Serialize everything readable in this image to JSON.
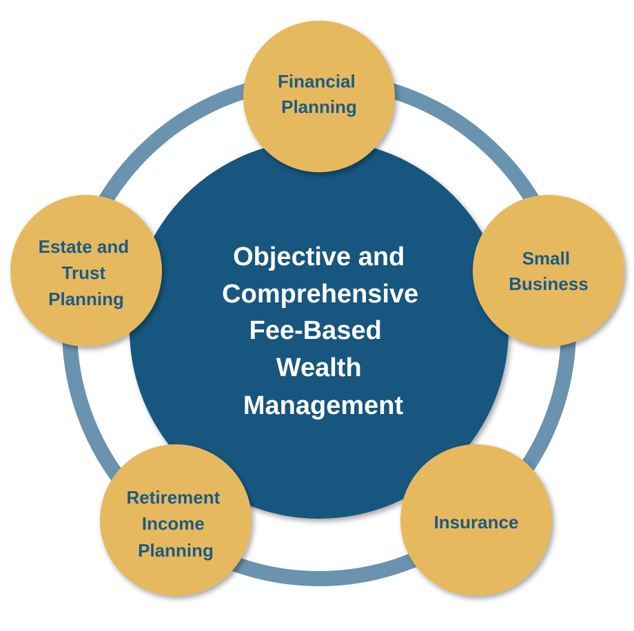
{
  "center": {
    "lines": [
      "Objective and",
      "Comprehensive",
      "Fee-Based",
      "Wealth",
      "Management"
    ]
  },
  "nodes": [
    {
      "id": "financial-planning",
      "lines": [
        "Financial",
        "Planning"
      ]
    },
    {
      "id": "small-business",
      "lines": [
        "Small",
        "Business"
      ]
    },
    {
      "id": "insurance",
      "lines": [
        "Insurance"
      ]
    },
    {
      "id": "retirement-income-planning",
      "lines": [
        "Retirement",
        "Income",
        "Planning"
      ]
    },
    {
      "id": "estate-and-trust-planning",
      "lines": [
        "Estate and",
        "Trust",
        "Planning"
      ]
    }
  ],
  "colors": {
    "ring": "#6a93b0",
    "center_fill": "#12567f",
    "node_fill": "#e6b95e",
    "node_text": "#1d5a82",
    "center_text": "#ffffff"
  }
}
